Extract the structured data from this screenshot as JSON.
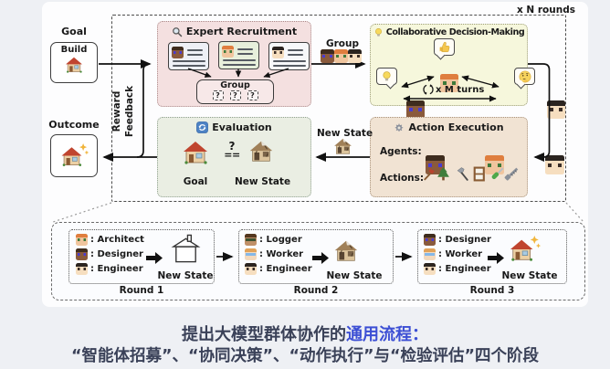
{
  "frame": {
    "rounds_note": "x N rounds"
  },
  "left": {
    "goal_label": "Goal",
    "build_text": "Build",
    "outcome_label": "Outcome",
    "feedback_line1": "Reward",
    "feedback_line2": "Feedback"
  },
  "recruitment": {
    "title": "Expert Recruitment",
    "group_label": "Group",
    "placeholders": [
      "?",
      "?",
      "?"
    ],
    "card_icons": [
      "steve-face-icon",
      "alex-face-icon",
      "kid-face-icon"
    ]
  },
  "flow": {
    "group_label": "Group",
    "new_state_label": "New State"
  },
  "decision": {
    "title": "Collaborative Decision-Making",
    "turns_note": "x M turns",
    "bubble_icons": [
      "thumbs-up-icon",
      "lightbulb-icon",
      "thinking-face-icon"
    ]
  },
  "execution": {
    "title": "Action Execution",
    "agents_label": "Agents:",
    "actions_label": "Actions:",
    "action_icons": [
      "axe-icon",
      "tree-icon",
      "hammer-icon",
      "window-icon",
      "screwdriver-icon",
      "bolt-icon"
    ]
  },
  "evaluation": {
    "title": "Evaluation",
    "goal_label": "Goal",
    "new_state_label": "New State",
    "compare_top": "?",
    "compare_eq": "=="
  },
  "rounds": [
    {
      "label": "Round 1",
      "state_label": "New State",
      "state_icon": "outline-house-icon",
      "members": [
        {
          "role": ": Architect"
        },
        {
          "role": ": Designer"
        },
        {
          "role": ": Engineer"
        }
      ]
    },
    {
      "label": "Round 2",
      "state_label": "New State",
      "state_icon": "damaged-house-icon",
      "members": [
        {
          "role": ": Logger"
        },
        {
          "role": ": Worker"
        },
        {
          "role": ": Engineer"
        }
      ]
    },
    {
      "label": "Round 3",
      "state_label": "New State",
      "state_icon": "sparkle-house-icon",
      "members": [
        {
          "role": ": Designer"
        },
        {
          "role": ": Worker"
        },
        {
          "role": ": Engineer"
        }
      ]
    }
  ],
  "caption": {
    "line1_text": "提出大模型群体协作的",
    "line1_highlight": "通用流程：",
    "line2": "“智能体招募”、“协同决策”、“动作执行”与“检验评估”四个阶段"
  },
  "colors": {
    "highlight_blue": "#3c4fd4",
    "caption_dark": "#3a4158",
    "recruitment_bg": "#f4e0e0",
    "decision_bg": "#f6f7dc",
    "execution_bg": "#f1e3d3",
    "evaluation_bg": "#eaeee3"
  }
}
